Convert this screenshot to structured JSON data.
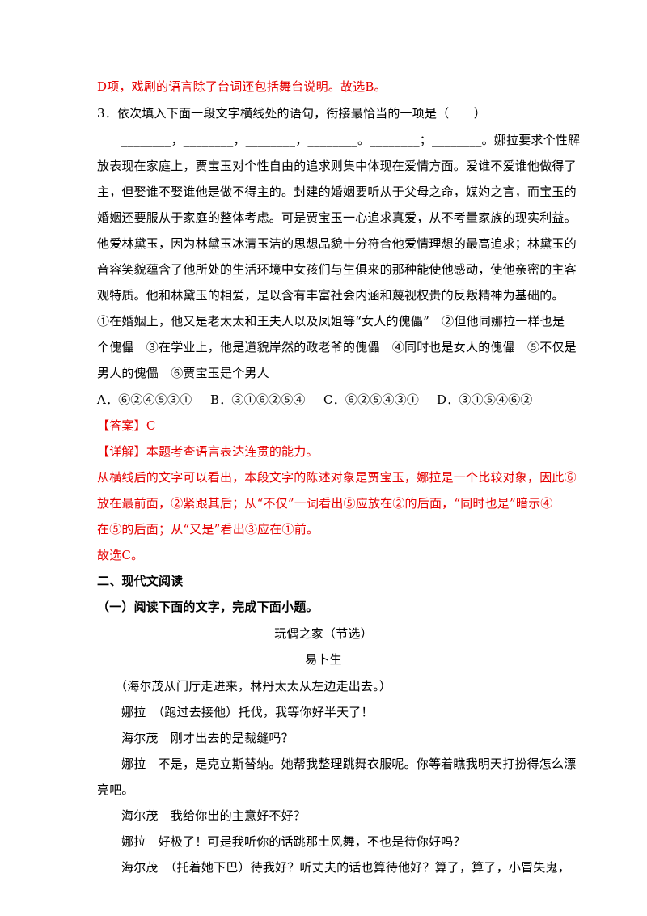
{
  "prev_explanation": "D项，戏剧的语言除了台词还包括舞台说明。故选B。",
  "question3": {
    "stem": "3．依次填入下面一段文字横线处的语句，衔接最恰当的一项是（　　）",
    "passage": [
      "________，________，________，________。________；________。娜拉要求个性解",
      "放表现在家庭上，贾宝玉对个性自由的追求则集中体现在爱情方面。爱谁不爱谁他做得了",
      "主，但娶谁不娶谁他是做不得主的。封建的婚姻要听从于父母之命，媒妁之言，而宝玉的",
      "婚姻还要服从于家庭的整体考虑。可是贾宝玉一心追求真爱，从不考量家族的现实利益。",
      "他爱林黛玉，因为林黛玉冰清玉洁的思想品貌十分符合他爱情理想的最高追求；林黛玉的",
      "音容笑貌蕴含了他所处的生活环境中女孩们与生俱来的那种能使他感动，使他亲密的主客",
      "观特质。他和林黛玉的相爱，是以含有丰富社会内涵和蔑视权贵的反叛精神为基础的。"
    ],
    "statements": [
      "①在婚姻上，他又是老太太和王夫人以及凤姐等“女人的傀儡”　②但他同娜拉一样也是",
      "个傀儡　③在学业上，他是道貌岸然的政老爷的傀儡　④同时也是女人的傀儡　⑤不仅是",
      "男人的傀儡　⑥贾宝玉是个男人"
    ],
    "options": [
      "A．⑥②④⑤③①",
      "B．③①⑥②⑤④",
      "C．⑥②⑤④③①",
      "D．③①⑤④⑥②"
    ],
    "answer_label": "【答案】",
    "answer_value": "C",
    "detail_label": "【详解】",
    "detail_value": "本题考查语言表达连贯的能力。",
    "explanation": [
      "从横线后的文字可以看出，本段文字的陈述对象是贾宝玉，娜拉是一个比较对象，因此⑥",
      "放在最前面，②紧跟其后；从“不仅”一词看出⑤应放在②的后面，“同时也是”暗示④",
      "在⑤的后面；从“又是”看出③应在①前。"
    ],
    "conclusion": "故选C。"
  },
  "section2": {
    "heading": "二、现代文阅读",
    "subheading": "（一）阅读下面的文字，完成下面小题。",
    "title": "玩偶之家（节选）",
    "author": "易卜生",
    "play": [
      "（海尔茂从门厅走进来，林丹太太从左边走出去。）",
      "娜拉　（跑过去接他）托伐，我等你好半天了！",
      "海尔茂　刚才出去的是裁缝吗？",
      "娜拉　不是，是克立斯替纳。她帮我整理跳舞衣服呢。你等着瞧我明天打扮得怎么漂",
      "亮吧。",
      "海尔茂　我给你出的主意好不好？",
      "娜拉　好极了！可是我听你的话跳那土风舞，不也是待你好吗？",
      "海尔茂　（托着她下巴）待我好？听丈夫的话也算待他好？算了，算了，小冒失鬼，"
    ]
  }
}
